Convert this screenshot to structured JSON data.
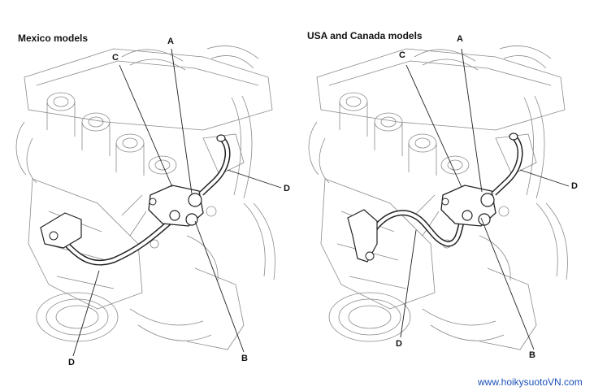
{
  "panels": [
    {
      "title": "Mexico models",
      "callouts": {
        "a": "A",
        "b": "B",
        "c": "C",
        "d_upper": "D",
        "d_lower": "D"
      }
    },
    {
      "title": "USA and Canada models",
      "callouts": {
        "a": "A",
        "b": "B",
        "c": "C",
        "d_upper": "D",
        "d_lower": "D"
      }
    }
  ],
  "watermark": "www.hoikysuotoVN.com",
  "colors": {
    "line_art": "#7a7a7a",
    "hose_outline": "#222222",
    "watermark": "#1a4fb8"
  }
}
